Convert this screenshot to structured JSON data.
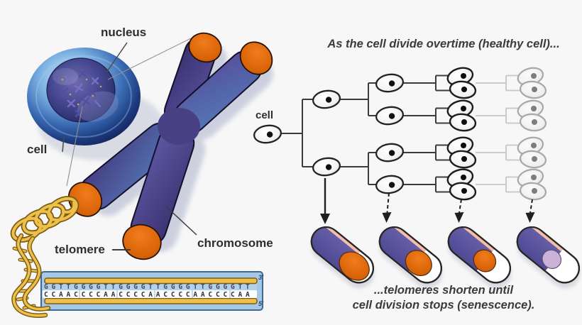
{
  "left_panel": {
    "nucleus_label": "nucleus",
    "cell_label": "cell",
    "telomere_label": "telomere",
    "chromosome_label": "chromosome",
    "dna_sequence": {
      "top_strand": "GGTTGGGGTTGGGGTTGGGGTTGGGGTT",
      "bottom_strand": "CCAACCCCAACCCCAACCCCAACCCCAA",
      "top_end": "3'",
      "bottom_end": "5'"
    }
  },
  "right_panel": {
    "title": "As the cell divide overtime (healthy cell)...",
    "root_cell_label": "cell",
    "caption_line1": "...telomeres shorten until",
    "caption_line2": "cell division stops (senescence).",
    "division_tree": {
      "generation_cell_counts": [
        1,
        2,
        4,
        8,
        8
      ],
      "final_generation_faded": true,
      "telomere_stage_count": 4
    }
  },
  "colors": {
    "background": "#f7f7f7",
    "chromosome_indigo": "#443c82",
    "chromosome_blue": "#5276b4",
    "telomere_orange": "#dd660f",
    "depleted_telomere_lavender": "#c9b1d8",
    "dna_gold": "#ecc04a",
    "sequence_box_blue": "#a6c8e8",
    "text_dark": "#333333"
  }
}
